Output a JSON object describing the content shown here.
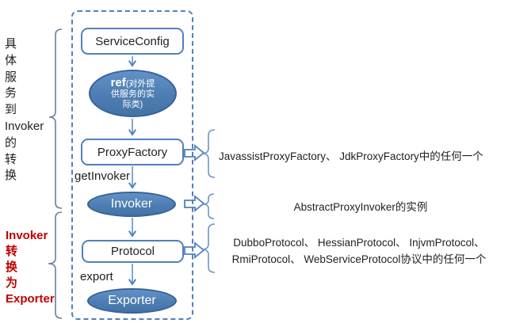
{
  "left_labels": {
    "top_group": {
      "lines": [
        "具",
        "体",
        "服",
        "务",
        "到",
        "Invoker",
        "的",
        "转",
        "换"
      ],
      "color": "#1f1f1f"
    },
    "bottom_group": {
      "lines": [
        "Invoker",
        "转",
        "换",
        "为",
        "Exporter"
      ],
      "color": "#C00000"
    }
  },
  "flow": {
    "service_config": "ServiceConfig",
    "ref_big": "ref",
    "ref_rest1": "(对外提",
    "ref_line2": "供服务的实",
    "ref_line3": "际类)",
    "proxy_factory": "ProxyFactory",
    "get_invoker_label": "getInvoker",
    "invoker": "Invoker",
    "protocol": "Protocol",
    "export_label": "export",
    "exporter": "Exporter"
  },
  "annotations": {
    "proxy_factory_note": "JavassistProxyFactory、 JdkProxyFactory中的任何一个",
    "invoker_note": "AbstractProxyInvoker的实例",
    "protocol_note_line1": "DubboProtocol、 HessianProtocol、 InjvmProtocol、",
    "protocol_note_line2": "RmiProtocol、 WebServiceProtocol协议中的任何一个"
  },
  "colors": {
    "accent_blue": "#4F81BD",
    "node_fill": "#4d7db2",
    "node_border": "#38639A",
    "dashed_border": "#4F81BD",
    "brace_left": "#64809E",
    "brace_right": "#6D96C4",
    "red_label": "#C00000",
    "text_black": "#1f1f1f",
    "ellipse_text": "#ffffff"
  }
}
